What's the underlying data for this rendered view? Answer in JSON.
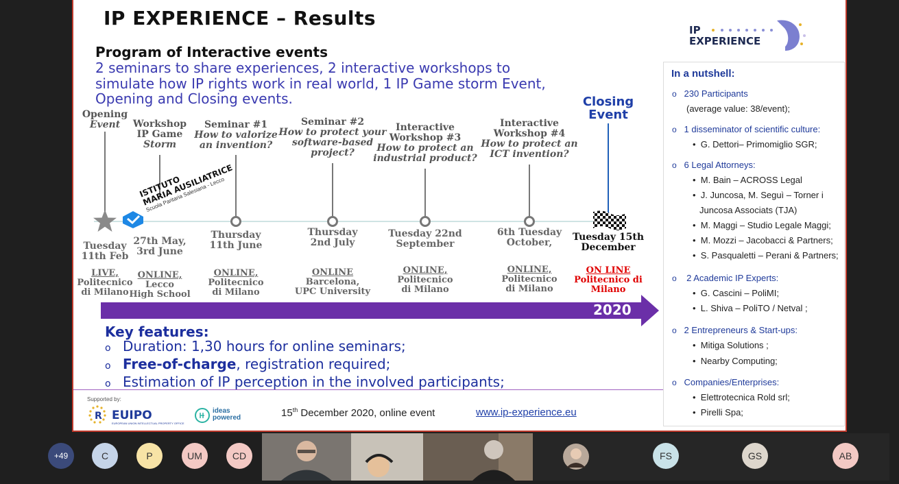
{
  "slide": {
    "title": "IP EXPERIENCE – Results",
    "logo_text": {
      "line1": "IP",
      "line2": "EXPERIENCE"
    },
    "program_title": "Program of Interactive events",
    "program_desc": "2 seminars to share experiences, 2 interactive workshops to simulate how IP rights work in real world, 1 IP Game storm Event, Opening and Closing events.",
    "events": [
      {
        "label_lines": [
          "Opening",
          "Event"
        ],
        "date_lines": [
          "Tuesday",
          "11th Feb"
        ],
        "loc_lines": [
          "LIVE,",
          "Politecnico",
          "di Milano"
        ]
      },
      {
        "label_lines": [
          "Workshop",
          "IP Game",
          "Storm"
        ],
        "date_lines": [
          "27th May,",
          "3rd June"
        ],
        "loc_lines": [
          "ONLINE,",
          "Lecco",
          "High School"
        ]
      },
      {
        "label_lines": [
          "Seminar #1",
          "How to valorize",
          "an invention?"
        ],
        "date_lines": [
          "Thursday",
          "11th June"
        ],
        "loc_lines": [
          "ONLINE,",
          "Politecnico",
          "di Milano"
        ]
      },
      {
        "label_lines": [
          "Seminar #2",
          "How to protect your",
          "software-based",
          "project?"
        ],
        "date_lines": [
          "Thursday",
          "2nd July"
        ],
        "loc_lines": [
          "ONLINE",
          "Barcelona,",
          "UPC University"
        ]
      },
      {
        "label_lines": [
          "Interactive",
          "Workshop #3",
          "How to protect an",
          "industrial product?"
        ],
        "date_lines": [
          "Tuesday 22nd",
          "September"
        ],
        "loc_lines": [
          "ONLINE,",
          "Politecnico",
          "di Milano"
        ]
      },
      {
        "label_lines": [
          "Interactive",
          "Workshop #4",
          "How to protect an",
          "ICT invention?"
        ],
        "date_lines": [
          "6th Tuesday",
          "October,"
        ],
        "loc_lines": [
          "ONLINE,",
          "Politecnico",
          "di Milano"
        ]
      },
      {
        "label_lines": [
          "Closing",
          "Event"
        ],
        "date_lines": [
          "Tuesday 15th",
          "December"
        ],
        "loc_lines": [
          "ON LINE",
          "Politecnico di",
          "Milano"
        ]
      }
    ],
    "school_logo": {
      "line1": "ISTITUTO",
      "line2": "MARIA AUSILIATRICE",
      "line3": "Scuola Paritaria Salesiana - Lecco"
    },
    "year": "2020",
    "key_title": "Key features:",
    "key_items": [
      {
        "bold": "",
        "text": "Duration: 1,30 hours for online seminars;"
      },
      {
        "bold": "Free-of-charge",
        "text": ", registration required;"
      },
      {
        "bold": "",
        "text": "Estimation of IP perception in the involved participants;"
      }
    ],
    "footer": {
      "supported_by": "Supported by:",
      "euipo": "EUIPO",
      "euipo_sub": "EUROPEAN UNION INTELLECTUAL PROPERTY OFFICE",
      "ideas": "ideas powered",
      "date_pre": "15",
      "date_sup": "th",
      "date_post": " December 2020, online event",
      "url": "www.ip-experience.eu"
    },
    "nutshell": {
      "title": "In a nutshell:",
      "participants": "230 Participants",
      "participants_avg": "(average value: 38/event);",
      "disseminator": "1 disseminator of scientific culture:",
      "disseminator_item": "G. Dettori– Primomiglio SGR;",
      "attorneys": "6 Legal Attorneys:",
      "attorney_items": [
        "M. Bain – ACROSS Legal",
        "J. Juncosa, M. Seguì – Torner i",
        "Juncosa Associats (TJA)",
        "M. Maggi – Studio Legale Maggi;",
        "M. Mozzi – Jacobacci & Partners;",
        "S. Pasqualetti – Perani & Partners;"
      ],
      "experts": "2 Academic IP Experts:",
      "expert_items": [
        "G. Cascini – PoliMI;",
        "L. Shiva – PoliTO / Netval ;"
      ],
      "entrepreneurs": "2 Entrepreneurs & Start-ups:",
      "entrepreneur_items": [
        "Mitiga Solutions ;",
        "Nearby Computing;"
      ],
      "companies": "Companies/Enterprises:",
      "company_items": [
        "Elettrotecnica Rold srl;",
        "Pirelli Spa;"
      ]
    }
  },
  "participants_bar": {
    "more_count": "+49",
    "left_avatars": [
      {
        "initials": "C",
        "color": "#c5d4e8"
      },
      {
        "initials": "P",
        "color": "#f7e3a6"
      },
      {
        "initials": "UM",
        "color": "#f3c9c4"
      },
      {
        "initials": "CD",
        "color": "#f3c9c4"
      }
    ],
    "right_avatars": [
      {
        "initials": "FS",
        "color": "#c9e2e8"
      },
      {
        "initials": "GS",
        "color": "#ddd6cc"
      },
      {
        "initials": "AB",
        "color": "#f3c9c4"
      }
    ],
    "more_color": "#3b4a7a"
  }
}
